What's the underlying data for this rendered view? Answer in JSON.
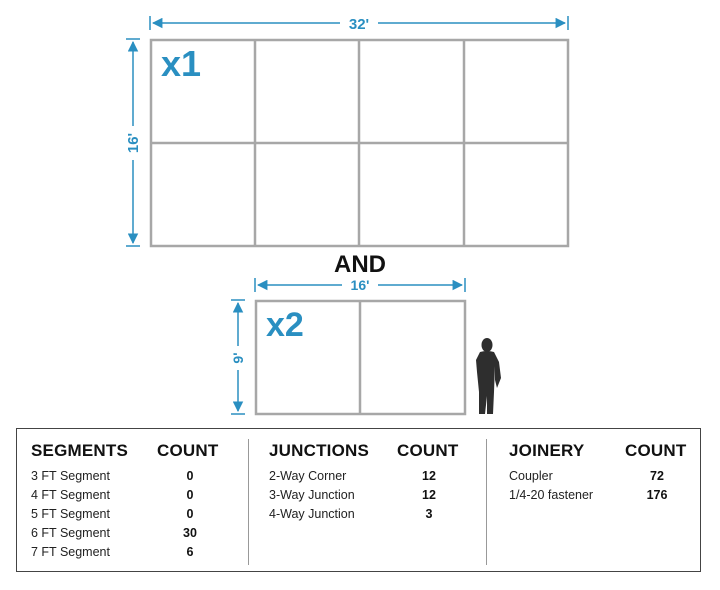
{
  "diagram": {
    "large": {
      "width_label": "32'",
      "height_label": "16'",
      "multiplier": "x1",
      "cols": 4,
      "rows": 2
    },
    "connector_label": "AND",
    "small": {
      "width_label": "16'",
      "height_label": "9'",
      "multiplier": "x2",
      "cols": 2,
      "rows": 1
    },
    "colors": {
      "dimension": "#2a8fc1",
      "frame": "#a7a7a7",
      "silhouette": "#2e2e2e"
    }
  },
  "table": {
    "segments": {
      "title": "SEGMENTS",
      "count_title": "COUNT",
      "rows": [
        {
          "label": "3 FT Segment",
          "count": "0"
        },
        {
          "label": "4 FT Segment",
          "count": "0"
        },
        {
          "label": "5 FT Segment",
          "count": "0"
        },
        {
          "label": "6 FT Segment",
          "count": "30"
        },
        {
          "label": "7 FT Segment",
          "count": "6"
        }
      ]
    },
    "junctions": {
      "title": "JUNCTIONS",
      "count_title": "COUNT",
      "rows": [
        {
          "label": "2-Way Corner",
          "count": "12"
        },
        {
          "label": "3-Way Junction",
          "count": "12"
        },
        {
          "label": "4-Way Junction",
          "count": "3"
        }
      ]
    },
    "joinery": {
      "title": "JOINERY",
      "count_title": "COUNT",
      "rows": [
        {
          "label": "Coupler",
          "count": "72"
        },
        {
          "label": "1/4-20 fastener",
          "count": "176"
        }
      ]
    }
  }
}
